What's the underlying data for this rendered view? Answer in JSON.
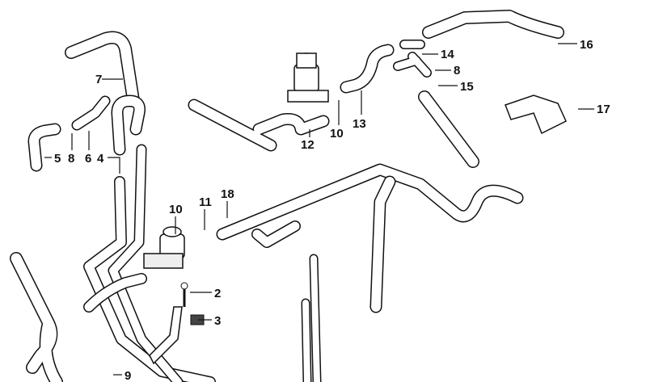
{
  "diagram": {
    "callouts": [
      {
        "id": "c16",
        "text": "16"
      },
      {
        "id": "c14",
        "text": "14"
      },
      {
        "id": "c8a",
        "text": "8"
      },
      {
        "id": "c15",
        "text": "15"
      },
      {
        "id": "c17",
        "text": "17"
      },
      {
        "id": "c7",
        "text": "7"
      },
      {
        "id": "c13",
        "text": "13"
      },
      {
        "id": "c10a",
        "text": "10"
      },
      {
        "id": "c12",
        "text": "12"
      },
      {
        "id": "c5",
        "text": "5"
      },
      {
        "id": "c8b",
        "text": "8"
      },
      {
        "id": "c6",
        "text": "6"
      },
      {
        "id": "c4",
        "text": "4"
      },
      {
        "id": "c10b",
        "text": "10"
      },
      {
        "id": "c11",
        "text": "11"
      },
      {
        "id": "c18",
        "text": "18"
      },
      {
        "id": "c2",
        "text": "2"
      },
      {
        "id": "c3",
        "text": "3"
      },
      {
        "id": "c9",
        "text": "9"
      }
    ]
  }
}
